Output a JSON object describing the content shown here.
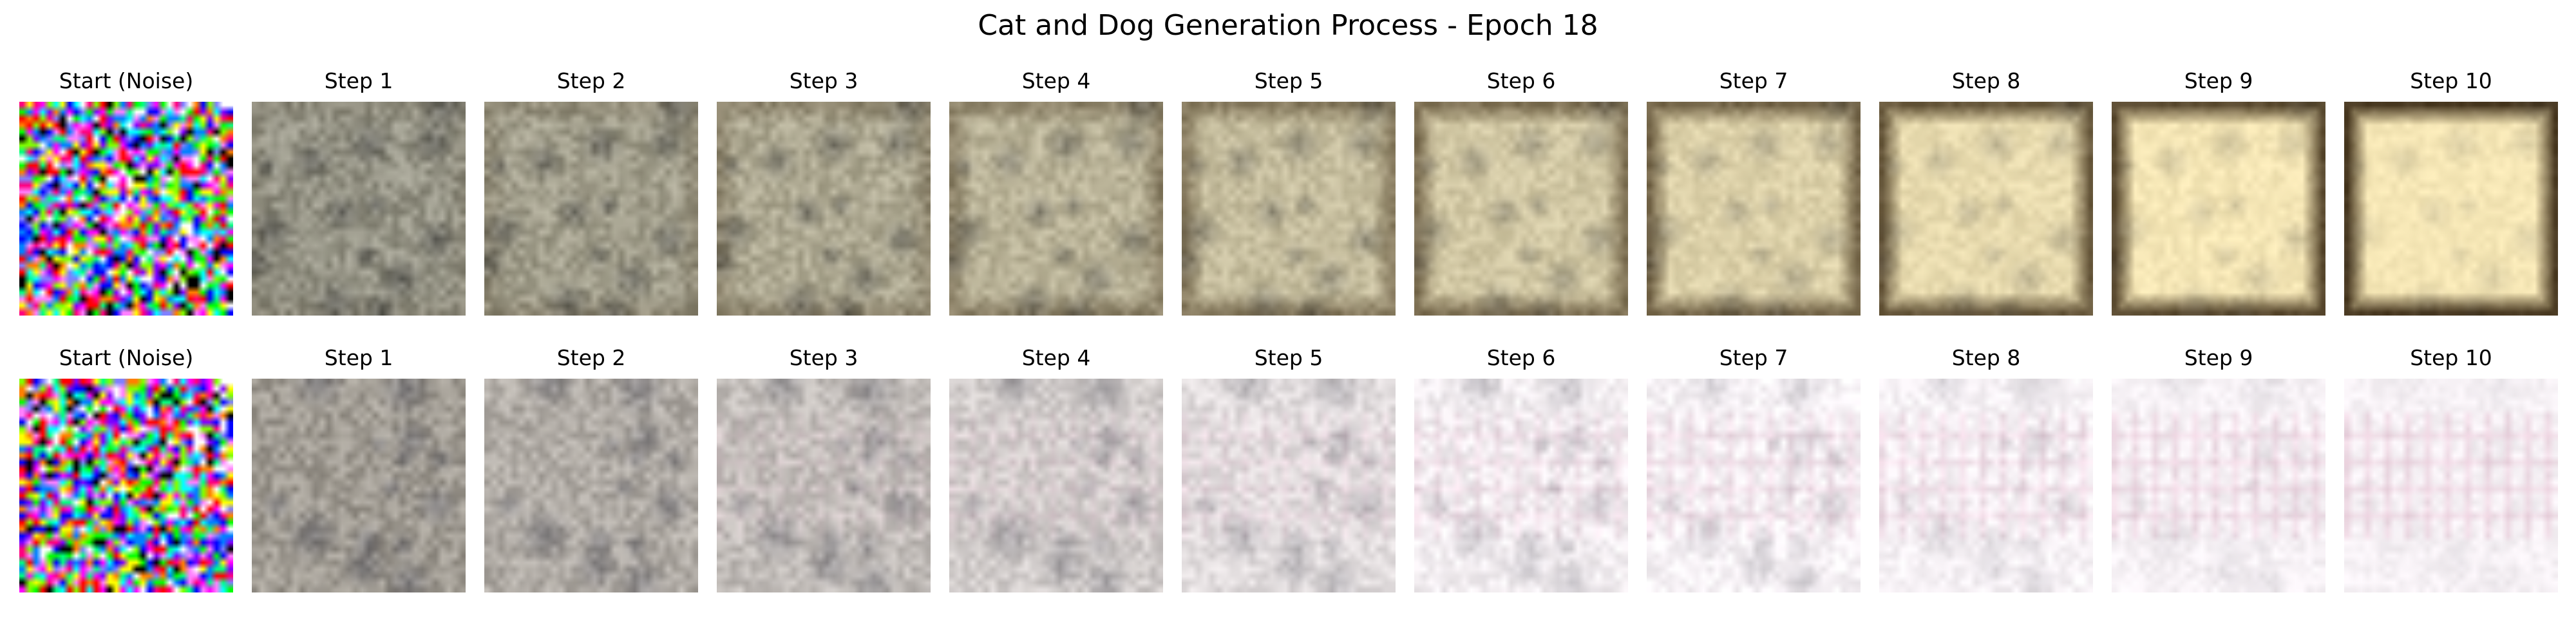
{
  "figure": {
    "title": "Cat and Dog Generation Process - Epoch 18"
  },
  "rows": [
    {
      "panels": [
        {
          "label": "Start (Noise)",
          "stage": 0
        },
        {
          "label": "Step 1",
          "stage": 1
        },
        {
          "label": "Step 2",
          "stage": 2
        },
        {
          "label": "Step 3",
          "stage": 3
        },
        {
          "label": "Step 4",
          "stage": 4
        },
        {
          "label": "Step 5",
          "stage": 5
        },
        {
          "label": "Step 6",
          "stage": 6
        },
        {
          "label": "Step 7",
          "stage": 7
        },
        {
          "label": "Step 8",
          "stage": 8
        },
        {
          "label": "Step 9",
          "stage": 9
        },
        {
          "label": "Step 10",
          "stage": 10
        }
      ]
    },
    {
      "panels": [
        {
          "label": "Start (Noise)",
          "stage": 0
        },
        {
          "label": "Step 1",
          "stage": 1
        },
        {
          "label": "Step 2",
          "stage": 2
        },
        {
          "label": "Step 3",
          "stage": 3
        },
        {
          "label": "Step 4",
          "stage": 4
        },
        {
          "label": "Step 5",
          "stage": 5
        },
        {
          "label": "Step 6",
          "stage": 6
        },
        {
          "label": "Step 7",
          "stage": 7
        },
        {
          "label": "Step 8",
          "stage": 8
        },
        {
          "label": "Step 9",
          "stage": 9
        },
        {
          "label": "Step 10",
          "stage": 10
        }
      ]
    }
  ],
  "colors": {
    "row1_target": "#f6e7b6",
    "row1_border": "#4a3a22",
    "row1_mid": "#8a8a80",
    "row2_target": "#f7f2f6",
    "row2_grid": "#e8c6d6",
    "row2_mid": "#8f8a7f"
  }
}
